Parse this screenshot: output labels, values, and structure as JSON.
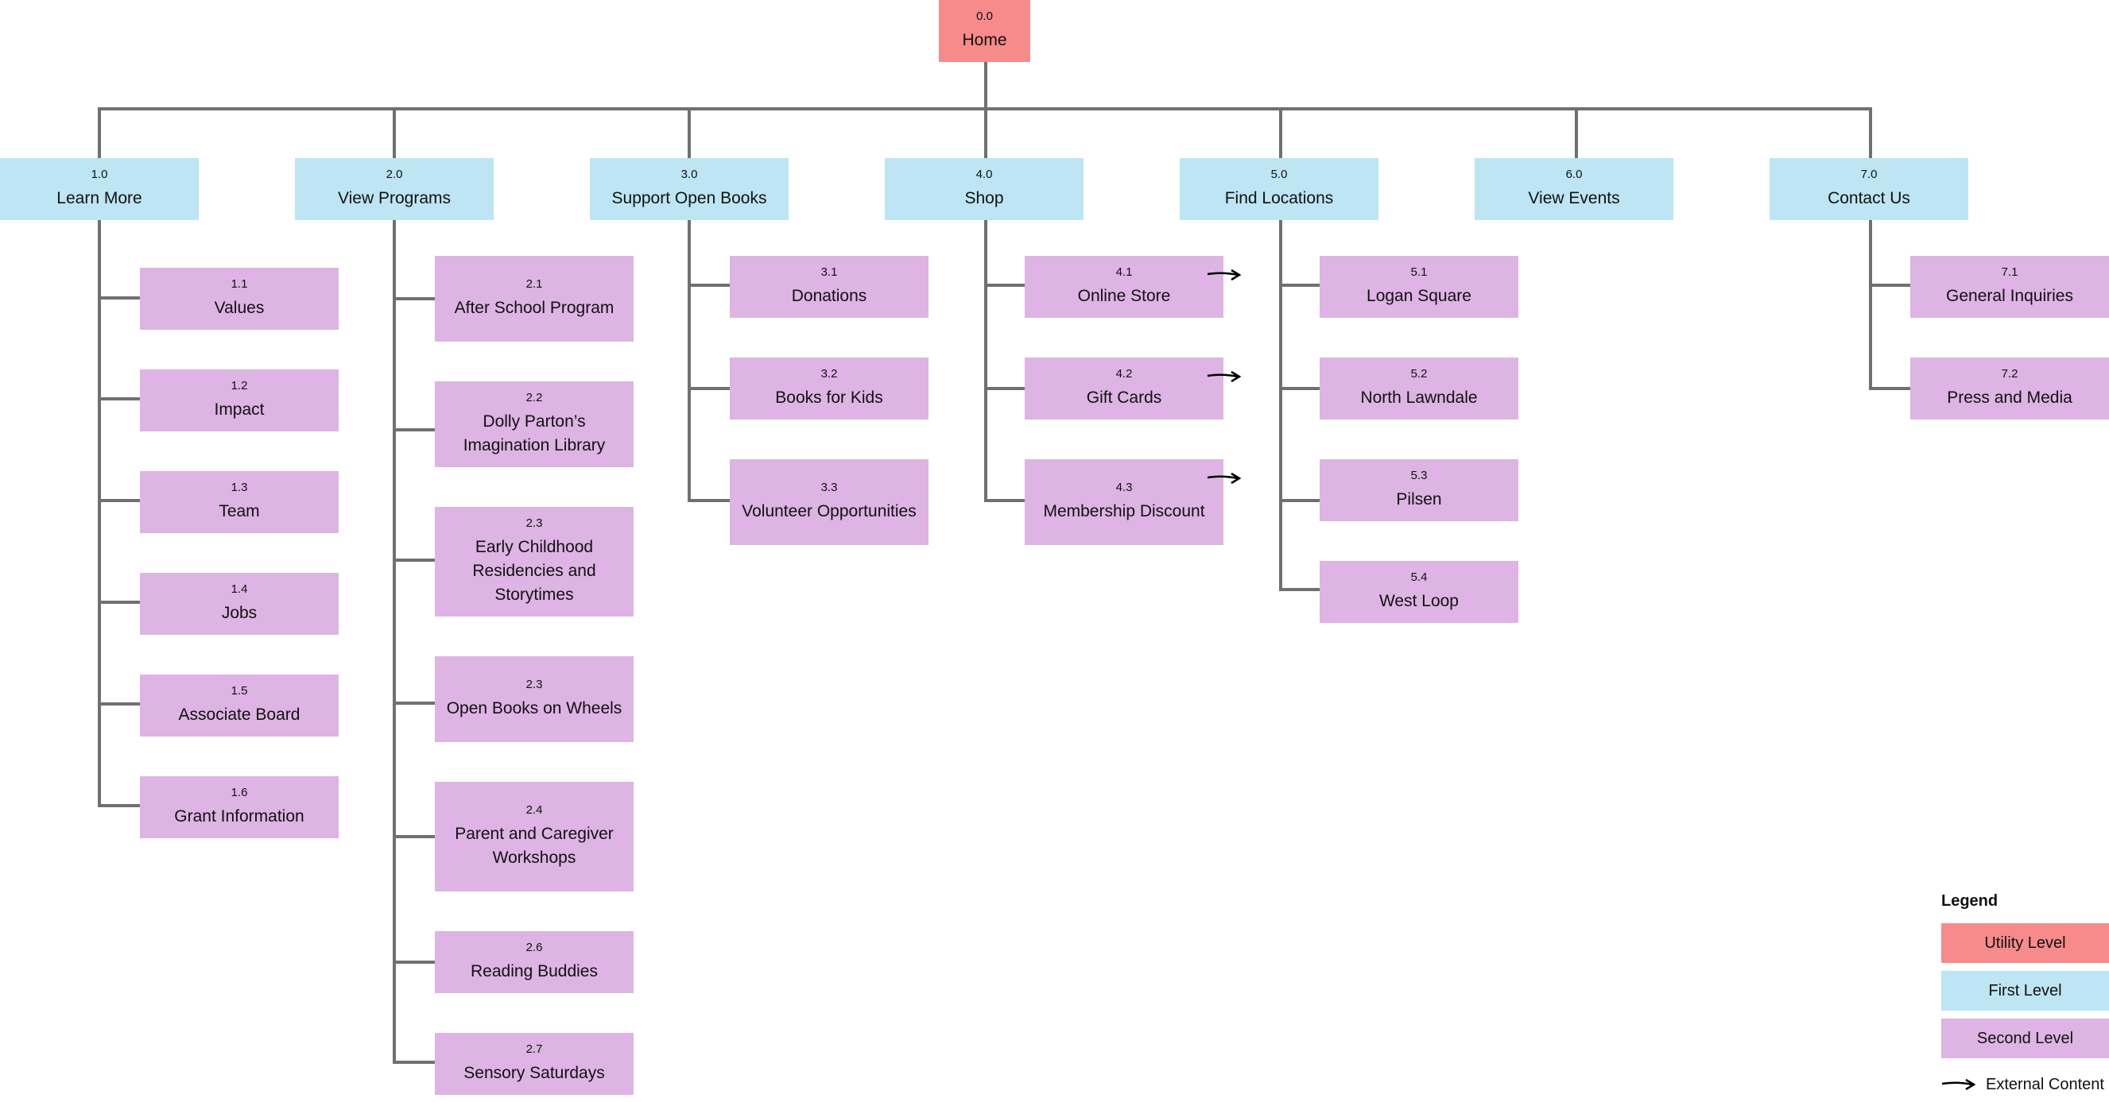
{
  "home": {
    "number": "0.0",
    "label": "Home"
  },
  "sections": [
    {
      "number": "1.0",
      "label": "Learn More",
      "children": [
        {
          "number": "1.1",
          "label": "Values"
        },
        {
          "number": "1.2",
          "label": "Impact"
        },
        {
          "number": "1.3",
          "label": "Team"
        },
        {
          "number": "1.4",
          "label": "Jobs"
        },
        {
          "number": "1.5",
          "label": "Associate Board"
        },
        {
          "number": "1.6",
          "label": "Grant Information"
        }
      ]
    },
    {
      "number": "2.0",
      "label": "View Programs",
      "children": [
        {
          "number": "2.1",
          "label": "After School Program"
        },
        {
          "number": "2.2",
          "label": "Dolly Parton’s Imagination Library"
        },
        {
          "number": "2.3",
          "label": "Early Childhood Residencies and Storytimes"
        },
        {
          "number": "2.3",
          "label": "Open Books on Wheels"
        },
        {
          "number": "2.4",
          "label": "Parent and Caregiver Workshops"
        },
        {
          "number": "2.6",
          "label": "Reading Buddies"
        },
        {
          "number": "2.7",
          "label": "Sensory Saturdays"
        }
      ]
    },
    {
      "number": "3.0",
      "label": "Support Open Books",
      "children": [
        {
          "number": "3.1",
          "label": "Donations"
        },
        {
          "number": "3.2",
          "label": "Books for Kids"
        },
        {
          "number": "3.3",
          "label": "Volunteer Opportunities"
        }
      ]
    },
    {
      "number": "4.0",
      "label": "Shop",
      "children": [
        {
          "number": "4.1",
          "label": "Online Store",
          "external": true
        },
        {
          "number": "4.2",
          "label": "Gift Cards",
          "external": true
        },
        {
          "number": "4.3",
          "label": "Membership Discount",
          "external": true
        }
      ]
    },
    {
      "number": "5.0",
      "label": "Find Locations",
      "children": [
        {
          "number": "5.1",
          "label": "Logan Square"
        },
        {
          "number": "5.2",
          "label": "North Lawndale"
        },
        {
          "number": "5.3",
          "label": "Pilsen"
        },
        {
          "number": "5.4",
          "label": "West Loop"
        }
      ]
    },
    {
      "number": "6.0",
      "label": "View Events",
      "children": []
    },
    {
      "number": "7.0",
      "label": "Contact Us",
      "children": [
        {
          "number": "7.1",
          "label": "General Inquiries"
        },
        {
          "number": "7.2",
          "label": "Press and Media"
        }
      ]
    }
  ],
  "legend": {
    "title": "Legend",
    "utility": "Utility Level",
    "first": "First Level",
    "second": "Second Level",
    "external": "External Content"
  },
  "colors": {
    "utility": "#f78a8a",
    "first_level": "#bde5f3",
    "second_level": "#ddb4e3",
    "connector": "#707070",
    "external_arrow": "#000000"
  }
}
